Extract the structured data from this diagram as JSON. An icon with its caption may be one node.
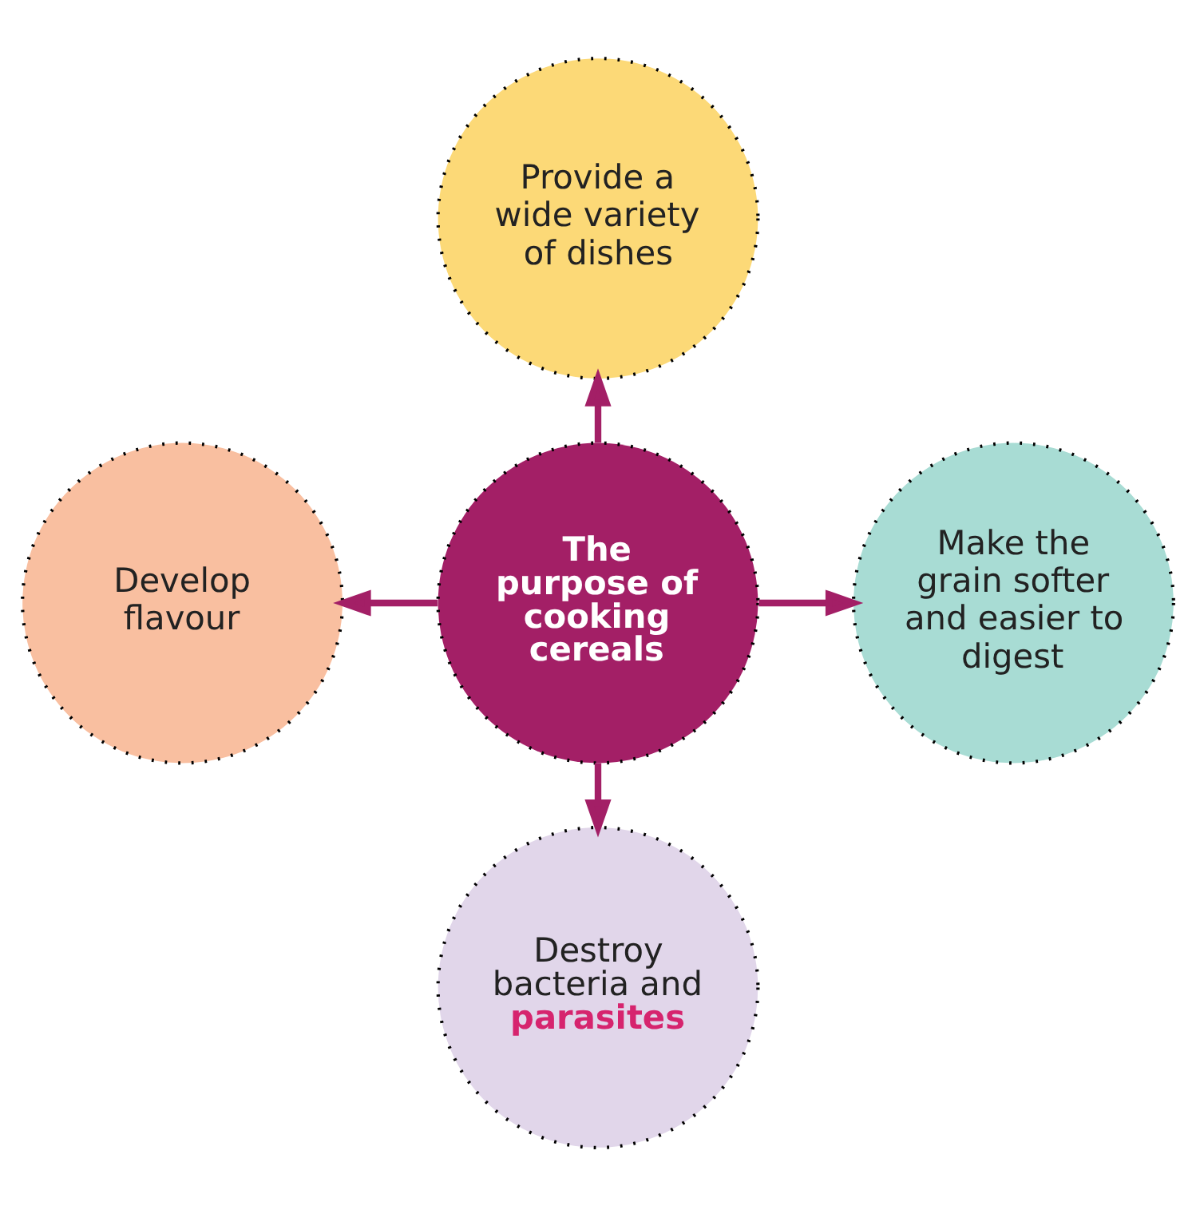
{
  "diagram": {
    "nodes": [
      {
        "text": [
          "Provide a wide variety of dishes"
        ]
      },
      {
        "text": [
          "Develop flavour"
        ]
      },
      {
        "text": [
          "The purpose of cooking cereals"
        ]
      },
      {
        "text": [
          "Make the grain softer and easier to digest"
        ]
      },
      {
        "text": [
          "Destroy bacteria and **parasites**"
        ]
      }
    ],
    "edges": [
      {
        "from": 2,
        "to": 0,
        "arrow": "to"
      },
      {
        "from": 2,
        "to": 1,
        "arrow": "to"
      },
      {
        "from": 2,
        "to": 3,
        "arrow": "to"
      },
      {
        "from": 2,
        "to": 4,
        "arrow": "to"
      }
    ]
  }
}
